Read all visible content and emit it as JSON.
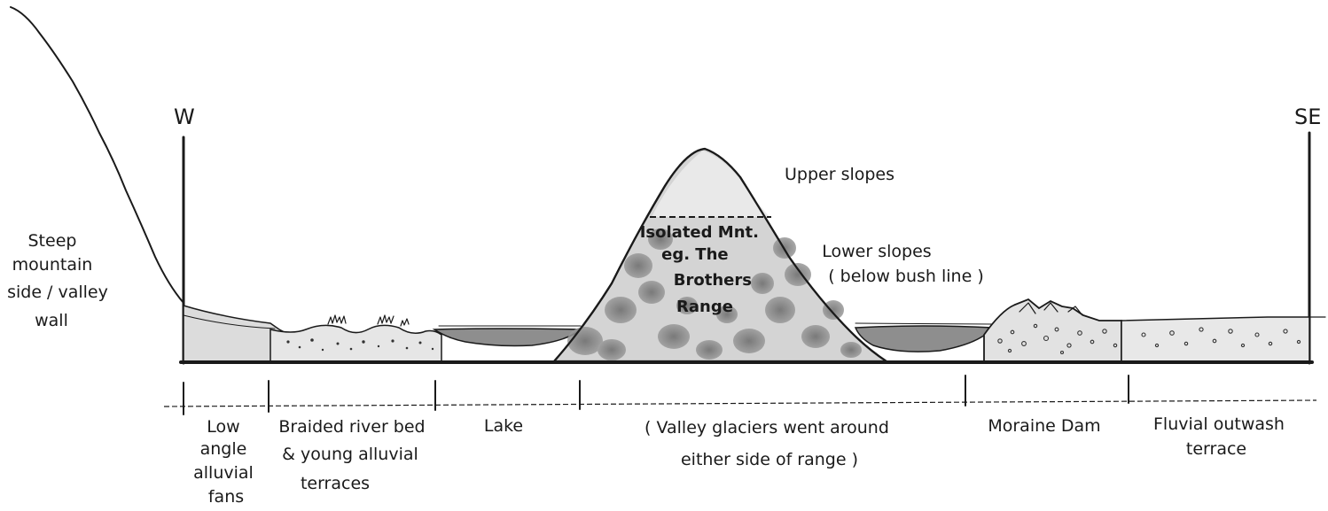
{
  "orientation": {
    "west": "W",
    "southeast": "SE"
  },
  "left_label": [
    "Steep",
    "mountain",
    "side / valley",
    "wall"
  ],
  "mountain": {
    "name_lines": [
      "Isolated Mnt.",
      "eg. The",
      "Brothers",
      "Range"
    ],
    "upper": "Upper slopes",
    "lower_lines": [
      "Lower slopes",
      "( below bush line )"
    ]
  },
  "zones": [
    {
      "lines": [
        "Low",
        "angle",
        "alluvial",
        "fans"
      ]
    },
    {
      "lines": [
        "Braided river bed",
        "& young alluvial",
        "terraces"
      ]
    },
    {
      "lines": [
        "Lake"
      ]
    },
    {
      "lines": [
        "( Valley glaciers went around",
        "either side of range )"
      ]
    },
    {
      "lines": [
        "Moraine Dam"
      ]
    },
    {
      "lines": [
        "Fluvial outwash",
        "terrace"
      ]
    }
  ]
}
